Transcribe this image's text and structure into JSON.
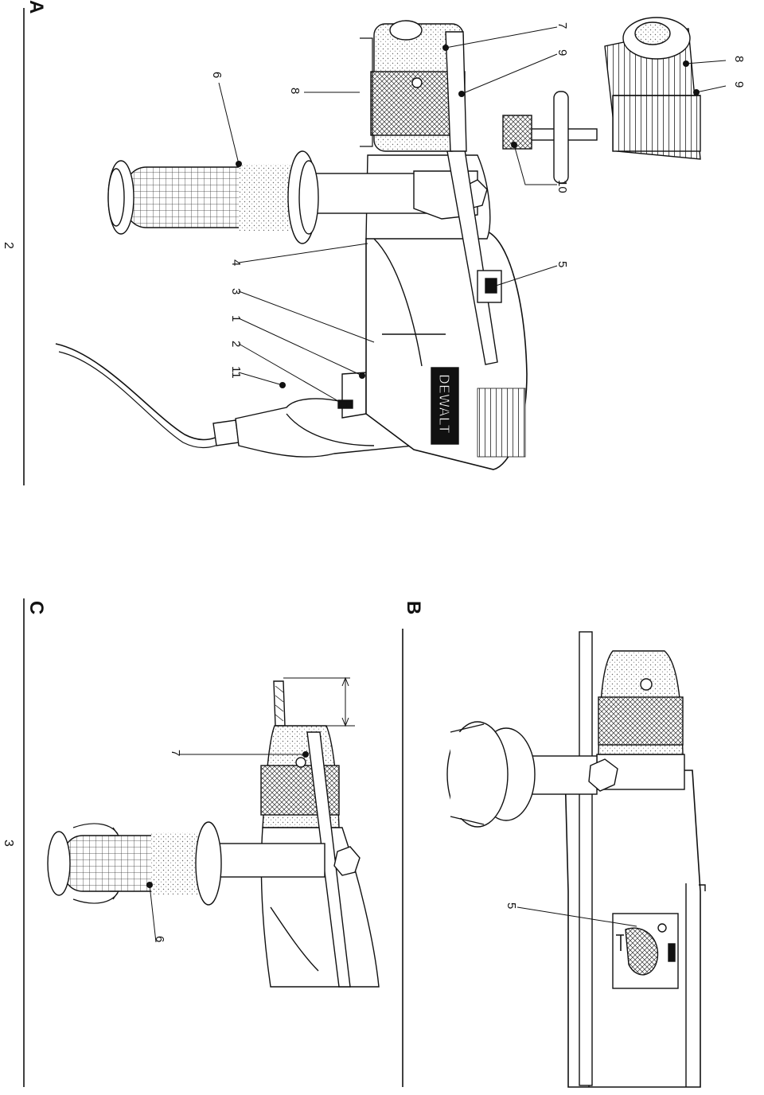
{
  "pages": {
    "left_page_number": "2",
    "right_page_number": "3"
  },
  "figures": {
    "A": {
      "letter": "A",
      "brand_mark": "DEWALT",
      "callouts": [
        "1",
        "2",
        "3",
        "4",
        "5",
        "6",
        "7",
        "8",
        "9",
        "10",
        "11"
      ],
      "detail_callouts": [
        "8",
        "9"
      ]
    },
    "B": {
      "letter": "B",
      "callouts": [
        "5"
      ]
    },
    "C": {
      "letter": "C",
      "callouts": [
        "7",
        "6"
      ]
    }
  },
  "colors": {
    "ink": "#111111",
    "paper": "#ffffff",
    "shade": "#bdbdbd"
  }
}
